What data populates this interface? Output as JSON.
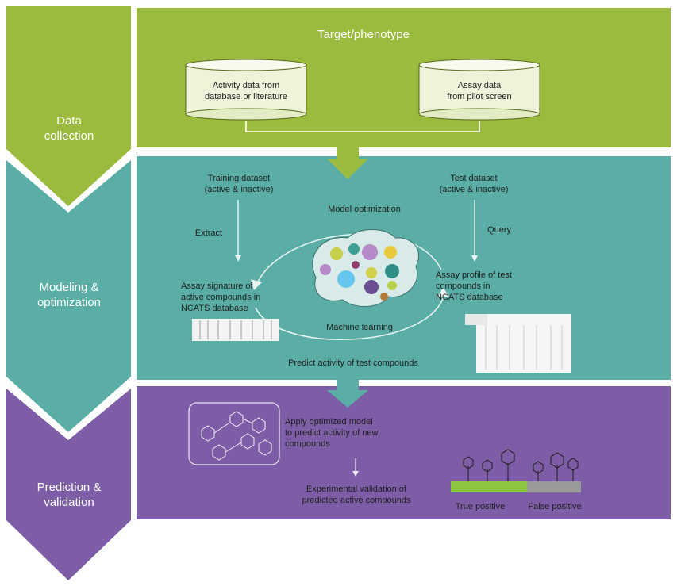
{
  "colors": {
    "green": "#9bbb3f",
    "green_dark": "#87a531",
    "teal": "#5aaea6",
    "teal_dark": "#4a9a92",
    "purple": "#7d5ea6",
    "purple_dark": "#6b4d93"
  },
  "stages": [
    {
      "label": "Data\ncollection"
    },
    {
      "label": "Modeling &\noptimization"
    },
    {
      "label": "Prediction &\nvalidation"
    }
  ],
  "collection": {
    "title": "Target/phenotype",
    "db_left": "Activity data from\ndatabase or literature",
    "db_right": "Assay data\nfrom pilot screen"
  },
  "modeling": {
    "training": "Training dataset\n(active & inactive)",
    "test": "Test dataset\n(active & inactive)",
    "model_optimization": "Model optimization",
    "extract": "Extract",
    "query": "Query",
    "signature": "Assay signature of\nactive compounds in\nNCATS database",
    "profile": "Assay profile of test\ncompounds in\nNCATS database",
    "machine_learning": "Machine learning",
    "predict": "Predict activity of test compounds"
  },
  "prediction": {
    "apply": "Apply optimized model\nto predict activity of new\ncompounds",
    "validation": "Experimental validation of\npredicted active compounds",
    "true_positive": "True positive",
    "false_positive": "False positive"
  }
}
